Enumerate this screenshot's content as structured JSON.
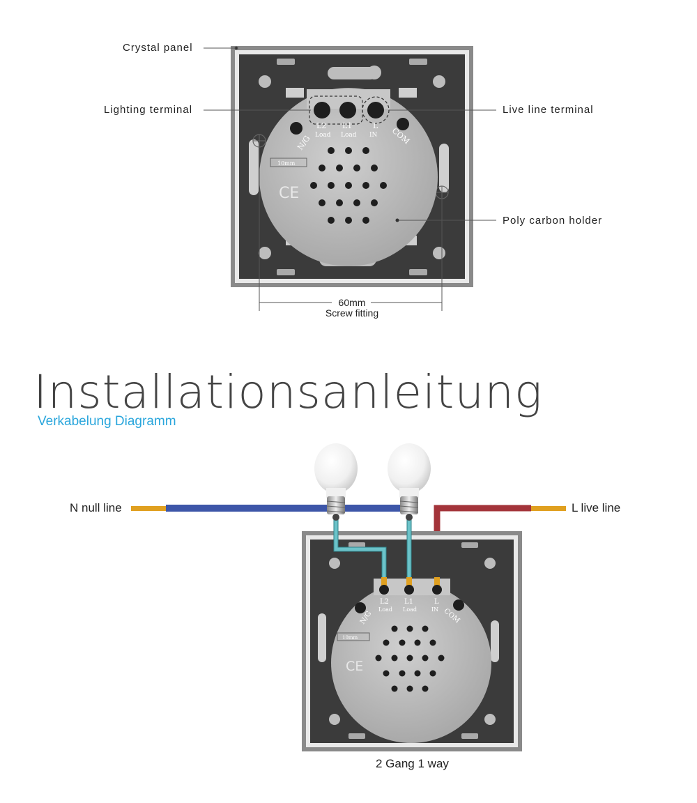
{
  "top": {
    "callouts": {
      "crystal_panel": "Crystal panel",
      "lighting_terminal": "Lighting terminal",
      "live_line_terminal": "Live line terminal",
      "poly_carbon_holder": "Poly carbon holder"
    },
    "dimension": {
      "value": "60mm",
      "label": "Screw fitting"
    },
    "module_marks": {
      "t1": "L2",
      "t1_sub": "Load",
      "t2": "L1",
      "t2_sub": "Load",
      "t3": "L",
      "t3_sub": "IN",
      "left_tag": "N/G",
      "right_tag": "COM",
      "strip": "10mm",
      "ce": "CE"
    }
  },
  "heading": {
    "title": "Installationsanleitung",
    "subtitle": "Verkabelung Diagramm"
  },
  "wiring": {
    "neutral_label": "N null line",
    "live_label": "L live line",
    "caption": "2 Gang 1 way",
    "colors": {
      "neutral": "#3d56a8",
      "live": "#a3343a",
      "load": "#6cc3c9",
      "copper": "#e0a020"
    }
  },
  "colors": {
    "accent": "#2aa6dc",
    "panel": "#3b3b3b",
    "frame": "#8a8a8a",
    "module": "#bdbdbd"
  }
}
